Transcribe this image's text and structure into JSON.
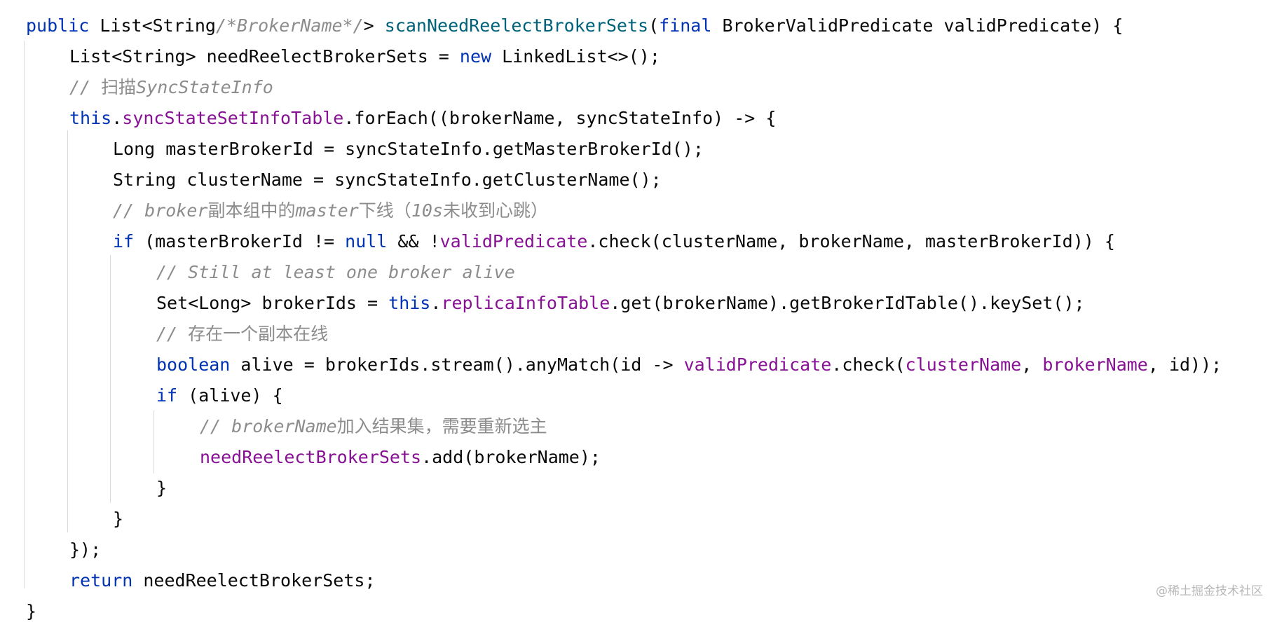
{
  "code": {
    "line1": {
      "t1": "public",
      "t2": " List<String",
      "t3": ">",
      "t4": "/*BrokerName*/",
      "t5": "> ",
      "t6": "scanNeedReelectBrokerSets",
      "t7": "(",
      "t8": "final",
      "t9": " BrokerValidPredicate validPredicate) {"
    },
    "line2": {
      "t1": "List<String> needReelectBrokerSets = ",
      "t2": "new",
      "t3": " LinkedList<>();"
    },
    "line3": {
      "t1": "// ",
      "t2": "扫描",
      "t3": "SyncStateInfo"
    },
    "line4": {
      "t1": "this",
      "t2": ".",
      "t3": "syncStateSetInfoTable",
      "t4": ".forEach((brokerName, syncStateInfo) -> {"
    },
    "line5": {
      "t1": "Long masterBrokerId = syncStateInfo.getMasterBrokerId();"
    },
    "line6": {
      "t1": "String clusterName = syncStateInfo.getClusterName();"
    },
    "line7": {
      "t1": "// broker",
      "t2": "副本组中的",
      "t3": "master",
      "t4": "下线（",
      "t5": "10s",
      "t6": "未收到心跳）"
    },
    "line8": {
      "t1": "if",
      "t2": " (masterBrokerId != ",
      "t3": "null",
      "t4": " && !",
      "t5": "validPredicate",
      "t6": ".check(clusterName, brokerName, masterBrokerId)) {"
    },
    "line9": {
      "t1": "// Still at least one broker alive"
    },
    "line10": {
      "t1": "Set<Long> brokerIds = ",
      "t2": "this",
      "t3": ".",
      "t4": "replicaInfoTable",
      "t5": ".get(brokerName).getBrokerIdTable().keySet();"
    },
    "line11": {
      "t1": "// ",
      "t2": "存在一个副本在线"
    },
    "line12": {
      "t1": "boolean",
      "t2": " alive = brokerIds.stream().anyMatch(id -> ",
      "t3": "validPredicate",
      "t4": ".check(",
      "t5": "clusterName",
      "t6": ", ",
      "t7": "brokerName",
      "t8": ", id));"
    },
    "line13": {
      "t1": "if",
      "t2": " (alive) {"
    },
    "line14": {
      "t1": "// brokerName",
      "t2": "加入结果集，需要重新选主"
    },
    "line15": {
      "t1": "needReelectBrokerSets",
      "t2": ".add(brokerName);"
    },
    "line16": {
      "t1": "}"
    },
    "line17": {
      "t1": "}"
    },
    "line18": {
      "t1": "});"
    },
    "line19": {
      "t1": "return",
      "t2": " needReelectBrokerSets;"
    },
    "line20": {
      "t1": "}"
    }
  },
  "colors": {
    "keyword": "#0033b3",
    "method": "#00627a",
    "field": "#871094",
    "comment": "#8c8c8c",
    "text": "#080808"
  },
  "watermark": "@稀土掘金技术社区"
}
